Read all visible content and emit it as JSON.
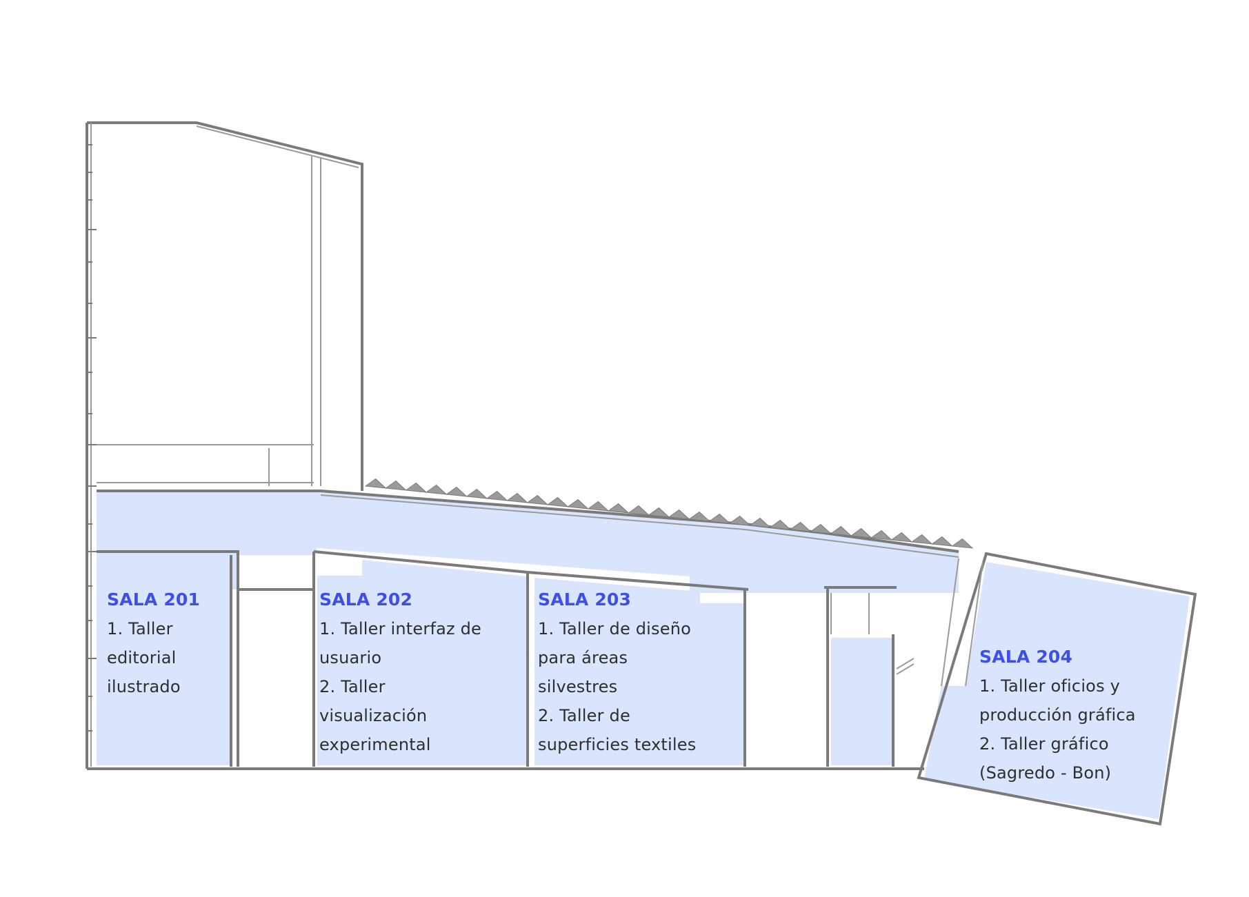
{
  "rooms": [
    {
      "title": "SALA 201",
      "lines": [
        "1. Taller",
        "editorial",
        "ilustrado"
      ]
    },
    {
      "title": "SALA 202",
      "lines": [
        "1. Taller interfaz de",
        "usuario",
        "2. Taller",
        "visualización",
        "experimental"
      ]
    },
    {
      "title": "SALA 203",
      "lines": [
        "1. Taller de diseño",
        "para áreas",
        "silvestres",
        "2. Taller de",
        "superficies textiles"
      ]
    },
    {
      "title": "SALA 204",
      "lines": [
        "1. Taller oficios y",
        "producción gráfica",
        "2. Taller gráfico",
        "(Sagredo - Bon)"
      ]
    }
  ],
  "colors": {
    "room_fill": "#d9e5fc",
    "wall": "#7a7a7a",
    "title": "#3d4fe6",
    "text": "#2e2e2e"
  }
}
